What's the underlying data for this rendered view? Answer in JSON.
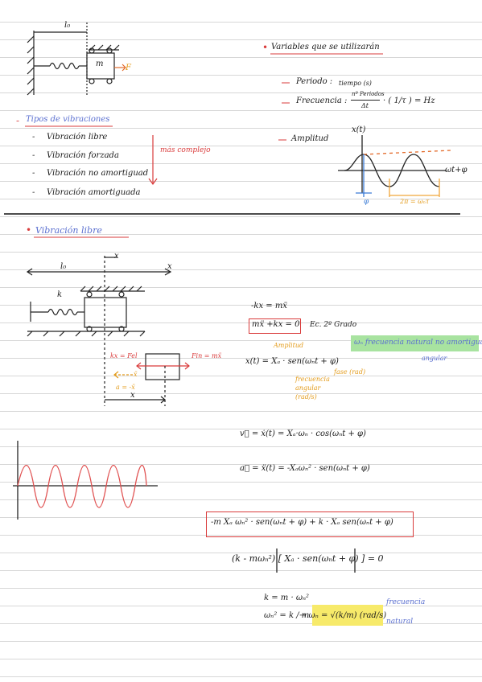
{
  "diagram_top": {
    "length_label": "l₀",
    "mass_label": "m",
    "force_label": "F"
  },
  "variables": {
    "heading": "Variables que se utilizarán",
    "periodo_term": "Periodo :",
    "periodo_value": "tiempo (s)",
    "frecuencia_term": "Frecuencia :",
    "frecuencia_num": "nº Periodos",
    "frecuencia_den": "Δt",
    "frecuencia_tail": "· ( 1/τ ) = Hz",
    "amplitud_term": "Amplitud",
    "graph_ylabel": "x(t)",
    "graph_xlabel": "ωt+φ",
    "graph_period_label": "2π = ωₙτ"
  },
  "tipos": {
    "heading": "Tipos de vibraciones",
    "items": [
      "Vibración libre",
      "Vibración forzada",
      "Vibración no amortiguad",
      "Vibración amortiguada"
    ],
    "complexity_note": "más complejo"
  },
  "libre": {
    "heading": "Vibración libre",
    "axis_label": "x",
    "length_label": "l₀",
    "spring_label": "k",
    "kx_label": "kx = Fel",
    "fin_label": "Fin = mẍ",
    "accel_arrow_label": "ẍ",
    "accel_eq": "a = -ẍ",
    "displacement_label": "x"
  },
  "equations": {
    "newton": "-kx = mẍ",
    "diff_eq": "mẍ +kx = 0",
    "diff_eq_note": "Ec. 2º Grado",
    "natural_freq_note": "ωₙ frecuencia natural no amortiguada",
    "angular_note": "angular",
    "amplitude_note": "Amplitud",
    "solution": "x(t) = Xₐ · sen(ωₙt + φ)",
    "phase_note": "fase (rad)",
    "angular_freq_note": "frecuencia angular (rad/s)",
    "velocity": "v⃗ = ẋ(t) = Xₐ·ωₙ · cos(ωₙt + φ)",
    "acceleration": "a⃗ = ẍ(t) = -Xₐωₙ² · sen(ωₙt + φ)",
    "substitution": "-m Xₐ ωₙ² · sen(ωₙt + φ) + k · Xₐ sen(ωₙt + φ)",
    "factored": "(k - mωₙ²) [ Xₐ · sen(ωₙt + φ) ] = 0",
    "k_relation": "k = m · ωₙ²",
    "wn_squared": "ωₙ² = k / m",
    "wn_result": "→ ωₙ = √(k/m)  (rad/s)",
    "freq_label": "frecuencia",
    "natural_label": "natural"
  }
}
